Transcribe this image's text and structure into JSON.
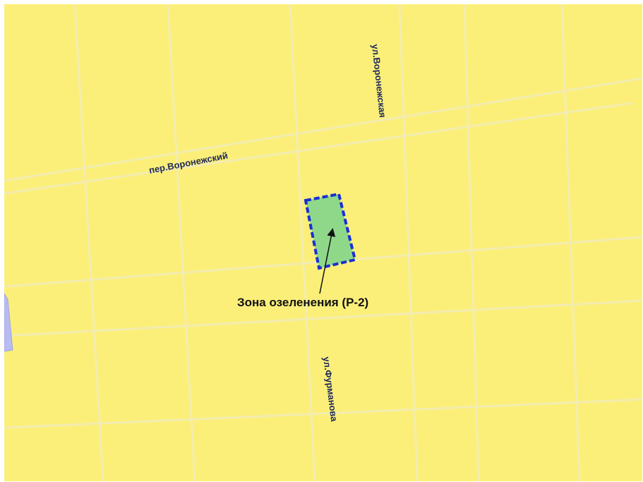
{
  "map": {
    "background_color": "#fbef7a",
    "street_line_color": "#f3ecb0",
    "streets": {
      "voronezhskaya": "ул.Воронежская",
      "voronezhsky_lane": "пер.Воронежский",
      "furmanova": "ул.Фурманова"
    },
    "zone": {
      "label": "Зона озеленения (Р-2)",
      "fill_color": "#8fd88a",
      "border_color": "#1a2fd4"
    },
    "water_color": "#b9bcf0"
  }
}
